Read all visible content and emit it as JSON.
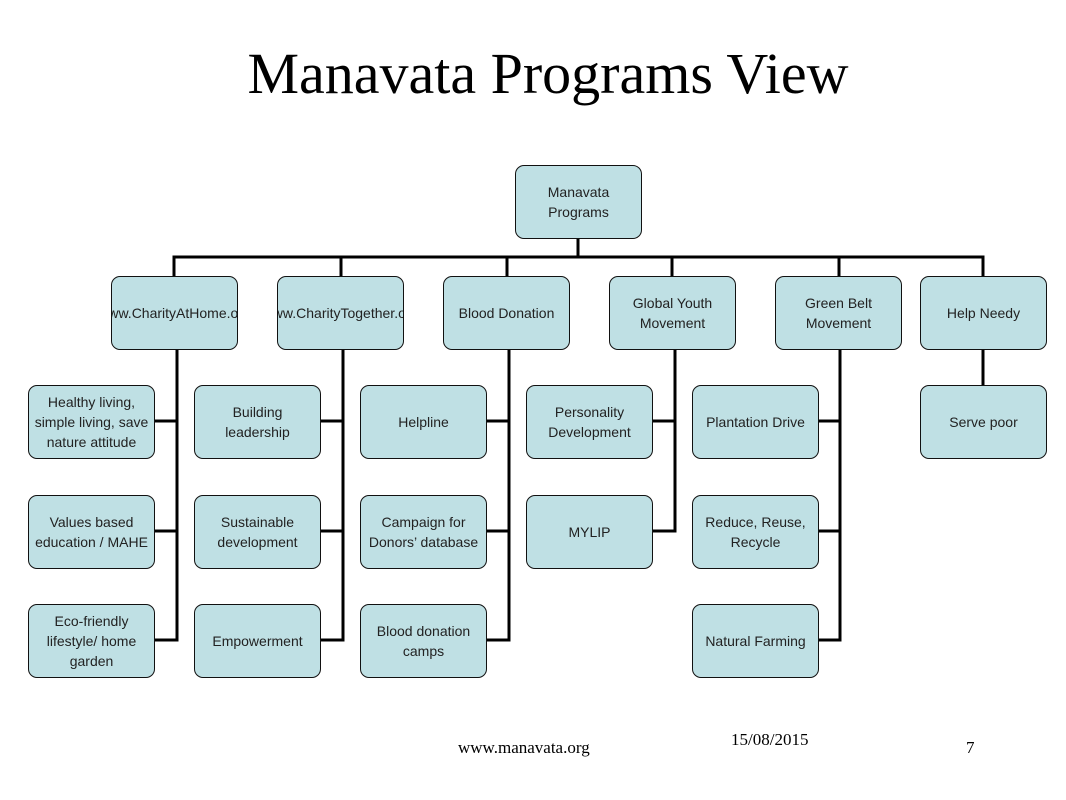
{
  "title": "Manavata Programs View",
  "diagram": {
    "root": "Manavata Programs",
    "branches": [
      {
        "label": "www.CharityAtHome.org",
        "children": [
          "Healthy living, simple living, save nature attitude",
          "Values based education / MAHE",
          "Eco-friendly lifestyle/ home garden"
        ]
      },
      {
        "label": "www.CharityTogether.org",
        "children": [
          "Building leadership",
          "Sustainable development",
          "Empowerment"
        ]
      },
      {
        "label": "Blood Donation",
        "children": [
          "Helpline",
          "Campaign for Donors’ database",
          "Blood donation camps"
        ]
      },
      {
        "label": "Global Youth Movement",
        "children": [
          "Personality Development",
          "MYLIP"
        ]
      },
      {
        "label": "Green Belt Movement",
        "children": [
          "Plantation Drive",
          "Reduce, Reuse, Recycle",
          "Natural Farming"
        ]
      },
      {
        "label": "Help Needy",
        "children": [
          "Serve poor"
        ]
      }
    ]
  },
  "footer": {
    "url": "www.manavata.org",
    "date": "15/08/2015",
    "page": "7"
  }
}
